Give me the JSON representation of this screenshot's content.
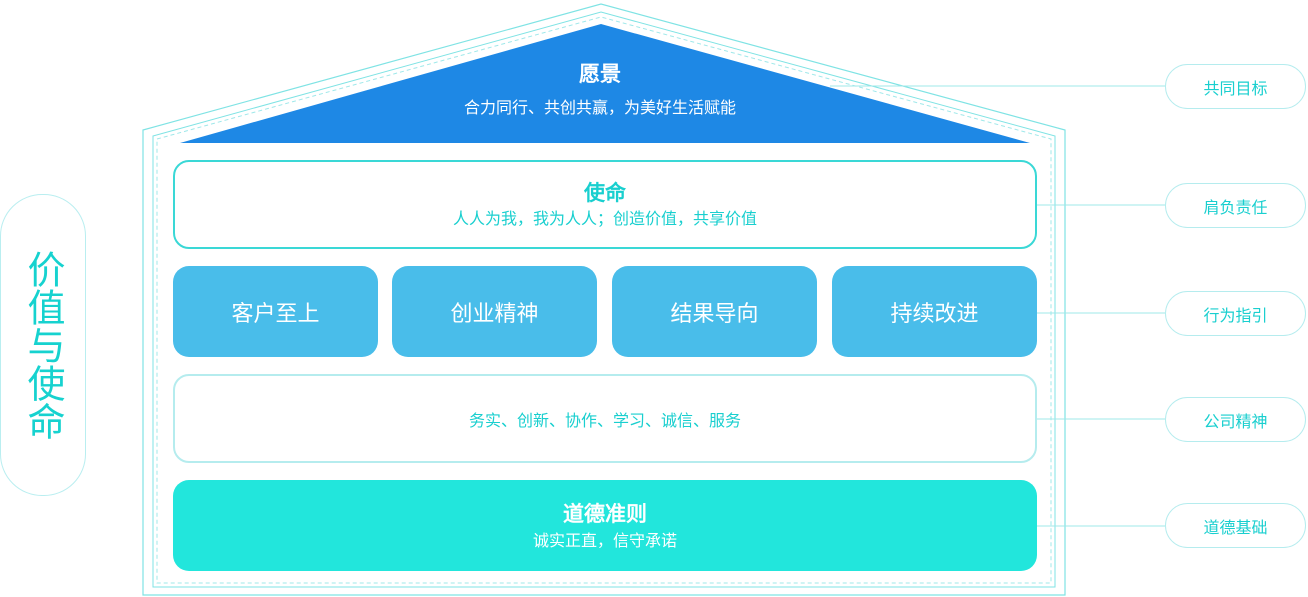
{
  "side_title": "价值与使命",
  "vision": {
    "title": "愿景",
    "subtitle": "合力同行、共创共赢，为美好生活赋能"
  },
  "mission": {
    "title": "使命",
    "subtitle": "人人为我，我为人人；创造价值，共享价值"
  },
  "values": [
    "客户至上",
    "创业精神",
    "结果导向",
    "持续改进"
  ],
  "spirit": {
    "text": "务实、创新、协作、学习、诚信、服务"
  },
  "ethics": {
    "title": "道德准则",
    "subtitle": "诚实正直，信守承诺"
  },
  "labels": [
    "共同目标",
    "肩负责任",
    "行为指引",
    "公司精神",
    "道德基础"
  ],
  "colors": {
    "vision_fill": "#1e88e5",
    "value_fill": "#49bdea",
    "ethics_fill": "#22e6dc",
    "accent_text": "#19cfcf",
    "outline": "#3ad8d6"
  }
}
